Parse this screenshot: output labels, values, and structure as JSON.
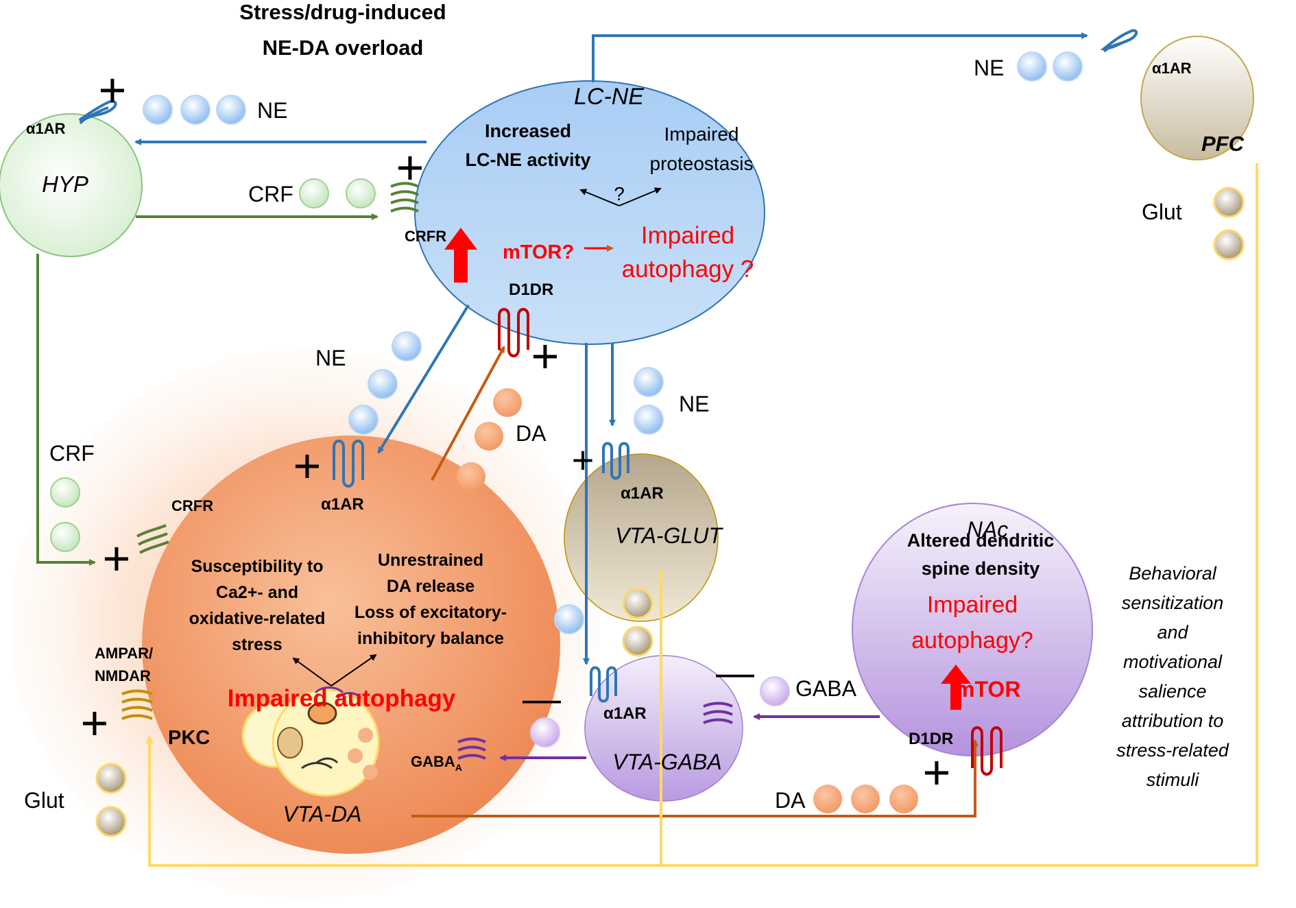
{
  "title": {
    "line1": "Stress/drug-induced",
    "line2": "NE-DA overload"
  },
  "regions": {
    "lc": {
      "name": "LC-NE",
      "increased_1": "Increased",
      "increased_2": "LC-NE activity",
      "proteo_1": "Impaired",
      "proteo_2": "proteostasis",
      "question": "?",
      "mtor": "mTOR?",
      "autophagy_1": "Impaired",
      "autophagy_2": "autophagy ?"
    },
    "hyp": {
      "name": "HYP"
    },
    "pfc": {
      "name": "PFC"
    },
    "vta_da": {
      "name": "VTA-DA",
      "susc_1": "Susceptibility to",
      "susc_2": "Ca2+- and",
      "susc_3": "oxidative-related",
      "susc_4": "stress",
      "unres_1": "Unrestrained",
      "unres_2": "DA release",
      "unres_3": "Loss of excitatory-",
      "unres_4": "inhibitory balance",
      "autophagy": "Impaired autophagy",
      "pkc": "PKC"
    },
    "vta_glut": {
      "name": "VTA-GLUT"
    },
    "vta_gaba": {
      "name": "VTA-GABA"
    },
    "nac": {
      "name": "NAc",
      "altered_1": "Altered dendritic",
      "altered_2": "spine density",
      "autophagy_1": "Impaired",
      "autophagy_2": "autophagy?",
      "mtor": "mTOR"
    }
  },
  "receptors": {
    "a1ar": "α1AR",
    "crfr": "CRFR",
    "d1dr": "D1DR",
    "ampar_1": "AMPAR/",
    "ampar_2": "NMDAR",
    "gaba_a": "GABA",
    "gaba_a_sub": "A"
  },
  "transmitters": {
    "ne": "NE",
    "crf": "CRF",
    "da": "DA",
    "glut": "Glut",
    "gaba": "GABA"
  },
  "signs": {
    "plus": "+",
    "minus": "—"
  },
  "behavior": [
    "Behavioral",
    "sensitization",
    "and",
    "motivational",
    "salience",
    "attribution to",
    "stress-related",
    "stimuli"
  ],
  "colors": {
    "ne_arrow": "#2e75b6",
    "crf_arrow": "#548235",
    "da_arrow": "#c55a11",
    "glut_arrow": "#ffd966",
    "gaba_arrow": "#7030a0",
    "impaired_red": "#ff0000"
  }
}
